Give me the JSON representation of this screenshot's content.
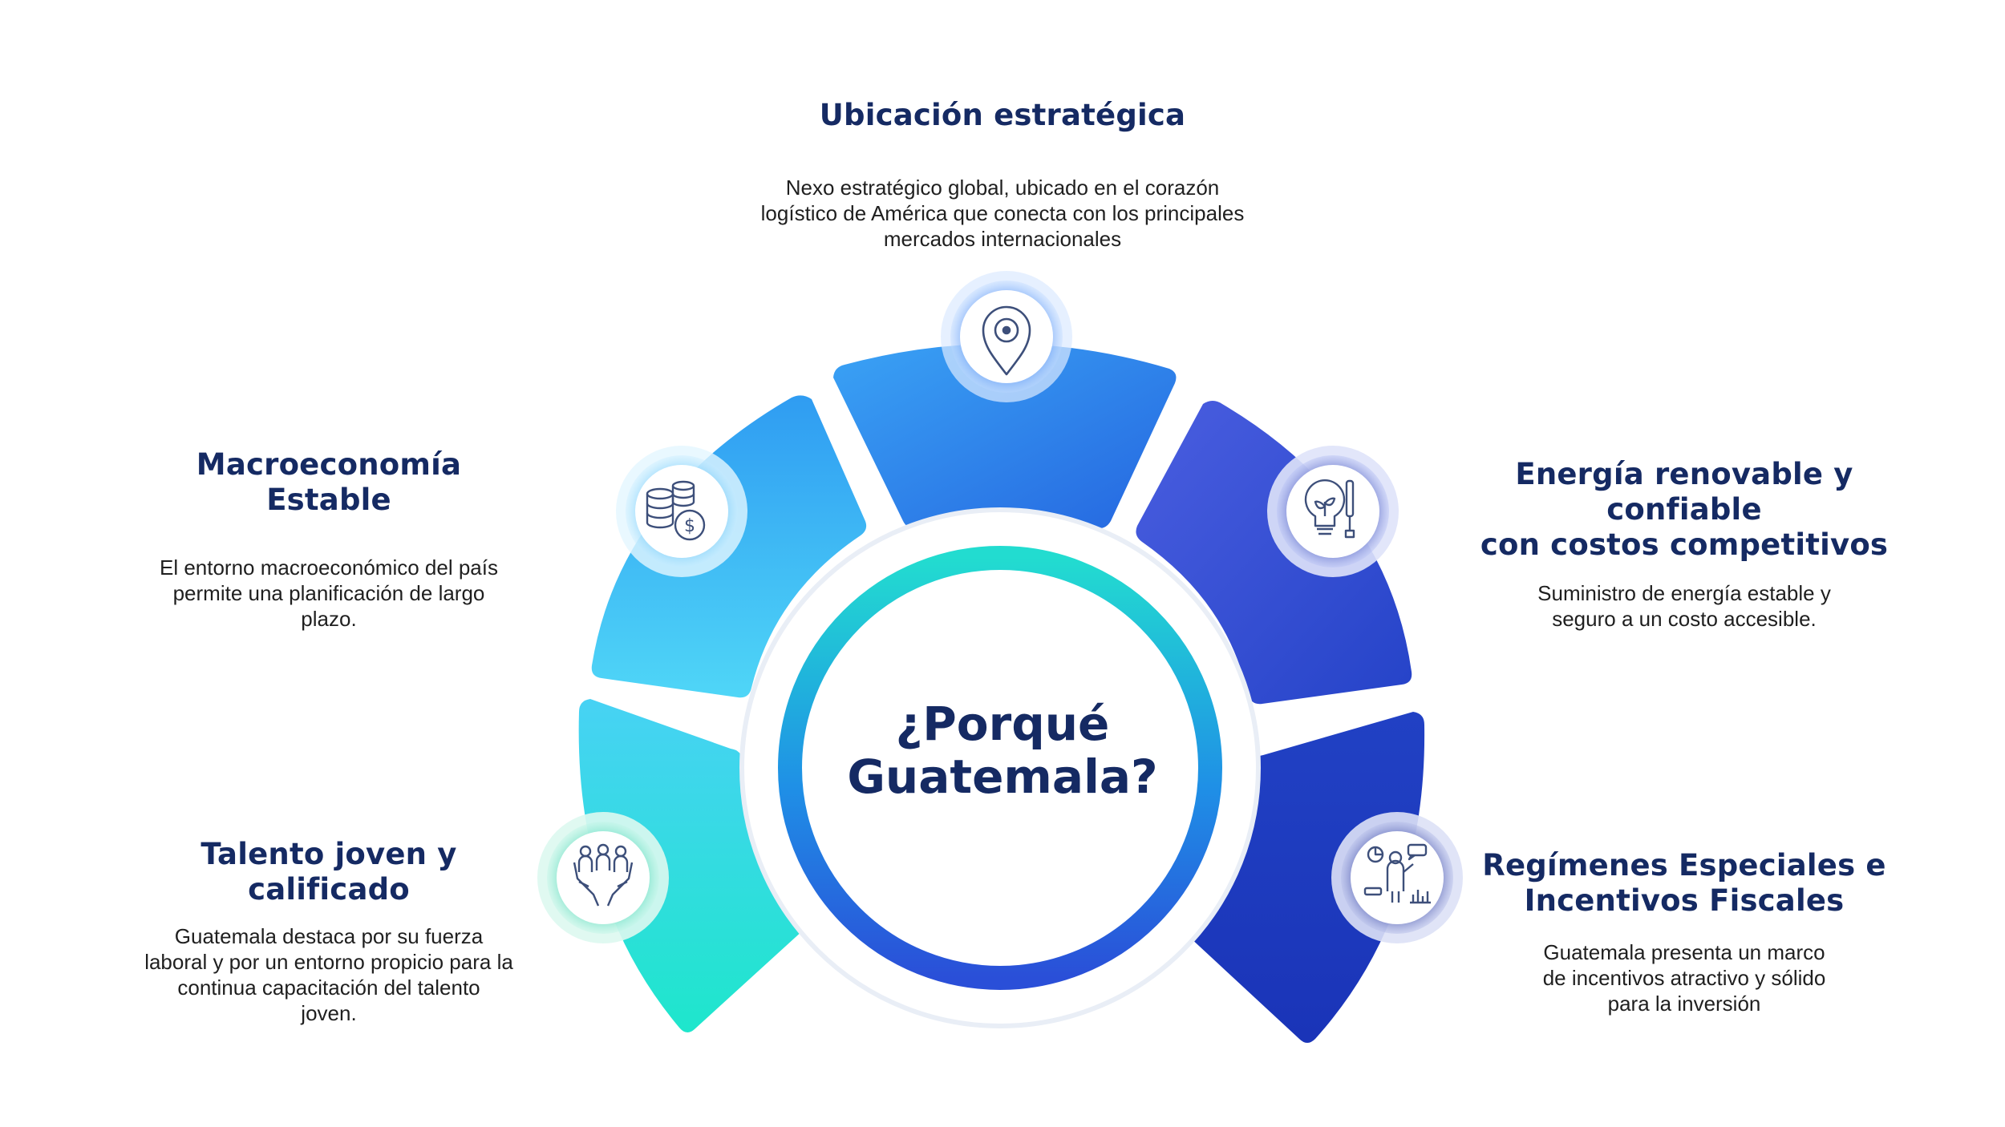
{
  "center": {
    "line1": "¿Porqué",
    "line2": "Guatemala?"
  },
  "segments": [
    {
      "id": "ubicacion",
      "title_lines": [
        "Ubicación estratégica"
      ],
      "desc_lines": [
        "Nexo estratégico global, ubicado en el corazón",
        "logístico de América que conecta con los principales",
        "mercados internacionales"
      ],
      "icon": "location-pin-icon",
      "color": "#2a7ee8"
    },
    {
      "id": "macroeconomia",
      "title_lines": [
        "Macroeconomía",
        "Estable"
      ],
      "desc_lines": [
        "El entorno macroeconómico del país",
        "permite una planificación de largo",
        "plazo."
      ],
      "icon": "coins-dollar-icon",
      "color": "#3ab5f3"
    },
    {
      "id": "energia",
      "title_lines": [
        "Energía renovable y confiable",
        "con costos competitivos"
      ],
      "desc_lines": [
        "Suministro de energía estable y",
        "seguro a un costo accesible."
      ],
      "icon": "lightbulb-plant-icon",
      "color": "#3a52d8"
    },
    {
      "id": "talento",
      "title_lines": [
        "Talento joven y",
        "calificado"
      ],
      "desc_lines": [
        "Guatemala destaca por su fuerza",
        "laboral y por un entorno propicio para la",
        "continua capacitación del talento",
        "joven."
      ],
      "icon": "people-hands-icon",
      "color": "#22ddc8"
    },
    {
      "id": "regimenes",
      "title_lines": [
        "Regímenes Especiales e",
        "Incentivos Fiscales"
      ],
      "desc_lines": [
        "Guatemala presenta un marco",
        "de incentivos atractivo y sólido",
        "para la inversión"
      ],
      "icon": "presenter-chart-icon",
      "color": "#1c3cc2"
    }
  ]
}
